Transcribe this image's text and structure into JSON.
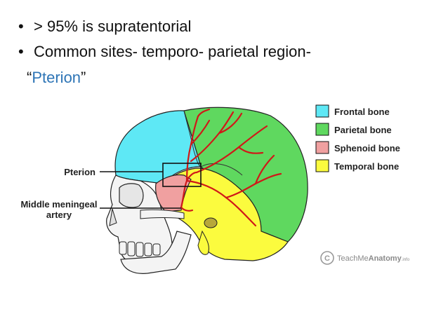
{
  "bullets": [
    {
      "text": "> 95% is supratentorial"
    },
    {
      "text": "Common sites- temporo- parietal region-"
    }
  ],
  "continuation": {
    "open_quote": "“",
    "highlight": "Pterion",
    "close_quote": "”"
  },
  "colors": {
    "highlight": "#2e75b6",
    "frontal": "#5ee8f5",
    "parietal": "#5fd85f",
    "sphenoid": "#f0a0a0",
    "temporal": "#fbfb3e",
    "artery": "#d01818"
  },
  "diagram": {
    "labels": {
      "pterion": "Pterion",
      "mma_line1": "Middle meningeal",
      "mma_line2": "artery"
    },
    "legend": [
      {
        "label": "Frontal bone",
        "color": "#5ee8f5"
      },
      {
        "label": "Parietal bone",
        "color": "#5fd85f"
      },
      {
        "label": "Sphenoid bone",
        "color": "#f0a0a0"
      },
      {
        "label": "Temporal bone",
        "color": "#fbfb3e"
      }
    ],
    "watermark": {
      "prefix": "TeachMe",
      "suffix": "Anatomy",
      "tld": ".info"
    }
  }
}
